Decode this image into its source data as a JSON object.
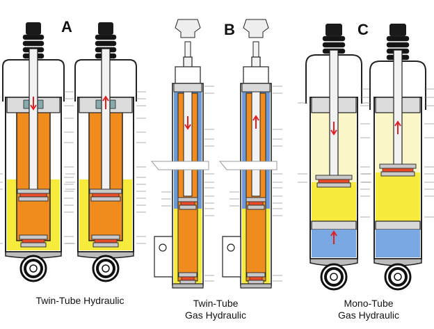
{
  "sections": [
    {
      "letter": "A",
      "caption_lines": [
        "Twin-Tube Hydraulic"
      ],
      "colors": {
        "fluid": "#f08c1e",
        "reservoir": "#f6ea3c",
        "rod": "#f2f2f2",
        "line": "#222222",
        "arrow": "#e02020"
      }
    },
    {
      "letter": "B",
      "caption_lines": [
        "Twin-Tube",
        "Gas Hydraulic"
      ],
      "colors": {
        "fluid": "#f08c1e",
        "gas": "#6c9ad6",
        "reservoir": "#f6ea3c",
        "rod": "#f2f2f2",
        "line": "#222222",
        "arrow": "#e02020"
      }
    },
    {
      "letter": "C",
      "caption_lines": [
        "Mono-Tube",
        "Gas Hydraulic"
      ],
      "colors": {
        "oil": "#f6ea3c",
        "pale_oil": "#fbf6c8",
        "gas": "#7aa8e2",
        "rod": "#f2f2f2",
        "line": "#222222",
        "arrow": "#e02020"
      }
    }
  ],
  "arrow_directions": [
    "down",
    "up",
    "down",
    "up",
    "down",
    "up"
  ]
}
